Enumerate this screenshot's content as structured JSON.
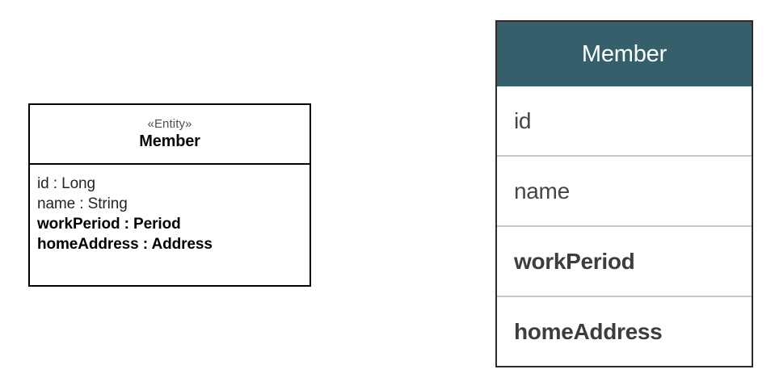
{
  "uml_class": {
    "stereotype": "«Entity»",
    "name": "Member",
    "attributes": [
      {
        "text": "id : Long",
        "bold": false
      },
      {
        "text": "name : String",
        "bold": false
      },
      {
        "text": "workPeriod : Period",
        "bold": true
      },
      {
        "text": "homeAddress : Address",
        "bold": true
      }
    ]
  },
  "db_table": {
    "header_title": "Member",
    "header_color": "#35606b",
    "header_text_color": "#ffffff",
    "border_color": "#2b2b2b",
    "row_separator_color": "#c9c9c9",
    "rows": [
      {
        "label": "id",
        "bold": false
      },
      {
        "label": "name",
        "bold": false
      },
      {
        "label": "workPeriod",
        "bold": true
      },
      {
        "label": "homeAddress",
        "bold": true
      }
    ]
  }
}
